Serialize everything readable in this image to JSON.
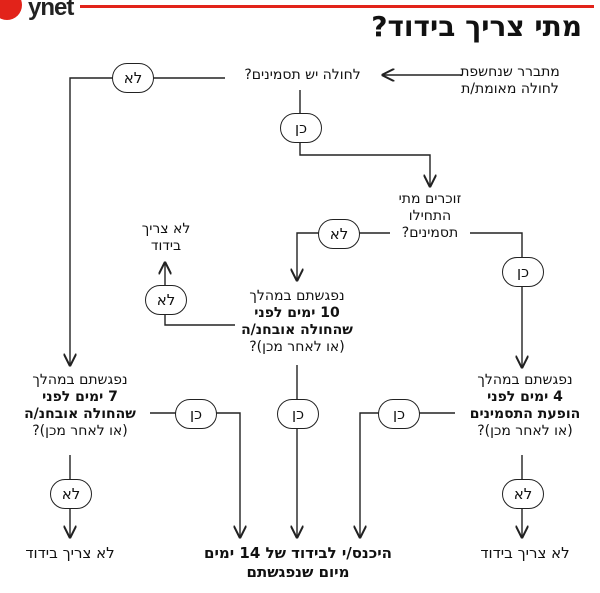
{
  "brand": {
    "logo": "ynet"
  },
  "title": "מתי צריך בידוד?",
  "nodes": {
    "start": [
      "מתברר שנחשפת",
      "לחולה מאומת/ת"
    ],
    "has_symptoms": "לחולה יש תסמינים?",
    "remember": [
      "זוכרים מתי",
      "התחילו",
      "תסמינים?"
    ],
    "ten_days": {
      "l1": "נפגשתם במהלך",
      "b1": "10 ימים לפני",
      "b2": "שהחולה אובחנ/ה",
      "l2": "(או לאחר מכן)?"
    },
    "seven_days": {
      "l1": "נפגשתם במהלך",
      "b1": "7 ימים לפני",
      "b2": "שהחולה אובחנ/ה",
      "l2": "(או לאחר מכן)?"
    },
    "four_days": {
      "l1": "נפגשתם במהלך",
      "b1": "4 ימים לפני",
      "b2": "הופעת התסמינים",
      "l2": "(או לאחר מכן)?"
    },
    "no_iso_top": [
      "לא צריך",
      "בידוד"
    ],
    "no_iso_left": "לא צריך בידוד",
    "no_iso_right": "לא צריך בידוד",
    "isolate": [
      "היכנס/י לבידוד של 14 ימים",
      "מיום שנפגשתם"
    ]
  },
  "labels": {
    "yes": "כן",
    "no": "לא"
  }
}
